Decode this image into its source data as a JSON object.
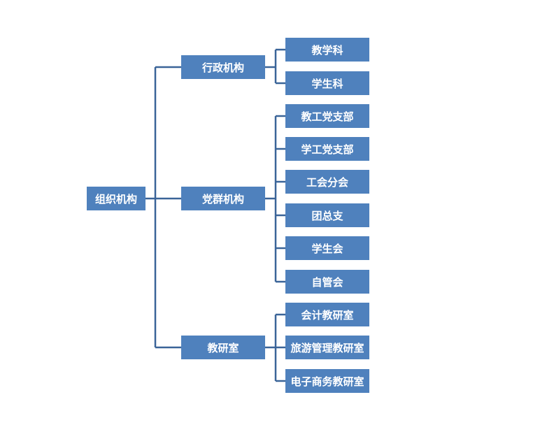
{
  "root": "组织机构",
  "branches": [
    {
      "label": "行政机构",
      "children": [
        "教学科",
        "学生科"
      ]
    },
    {
      "label": "党群机构",
      "children": [
        "教工党支部",
        "学工党支部",
        "工会分会",
        "团总支",
        "学生会",
        "自管会"
      ]
    },
    {
      "label": "教研室",
      "children": [
        "会计教研室",
        "旅游管理教研室",
        "电子商务教研室"
      ]
    }
  ],
  "colors": {
    "box": "#4f81bd",
    "line": "#3a6498",
    "text": "#ffffff"
  }
}
